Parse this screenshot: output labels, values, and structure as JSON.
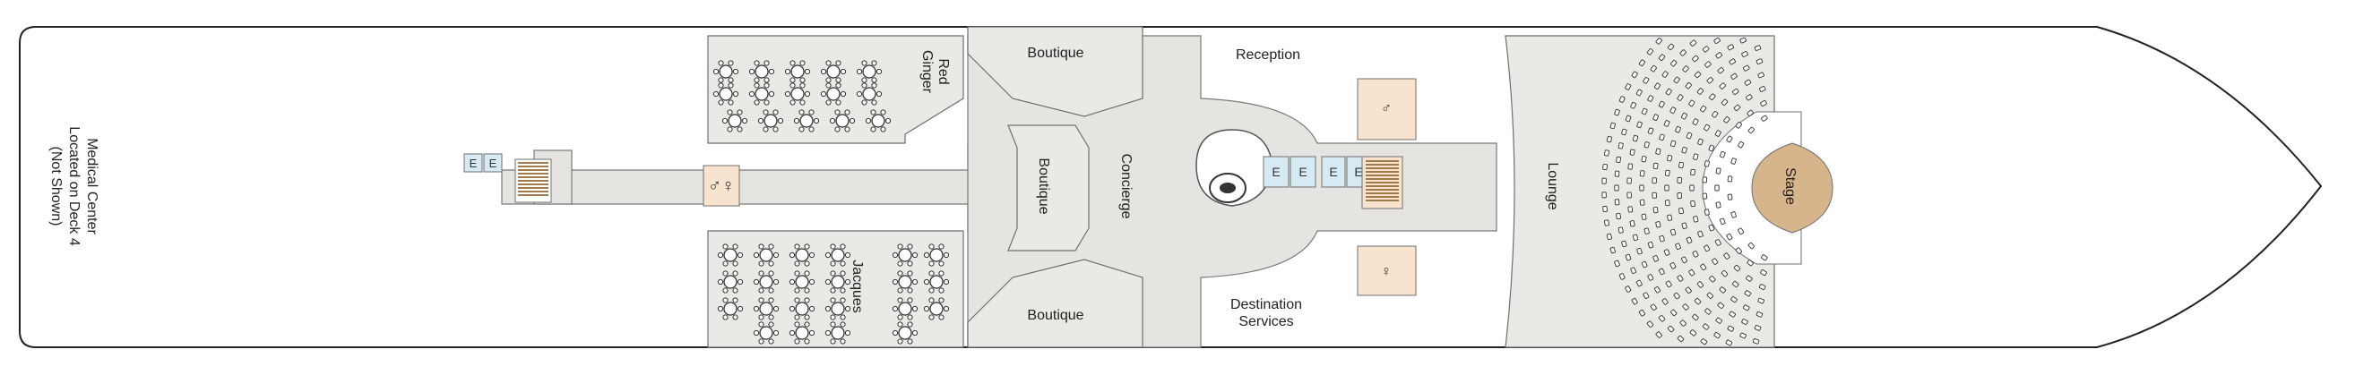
{
  "colors": {
    "hull_fill": "#ffffff",
    "hull_stroke": "#222222",
    "corridor": "#e6e4e1",
    "room": "#ebe9e6",
    "room_stroke": "#6f6f6f",
    "elevator": "#d6eaf4",
    "restroom": "#f7e3ce",
    "stair": "#a07c4c",
    "stage": "#d6b58c",
    "furniture": "#333333"
  },
  "labels": {
    "medical": [
      "Medical Center",
      "Located on Deck 4",
      "(Not Shown)"
    ],
    "red_ginger": [
      "Red",
      "Ginger"
    ],
    "jacques": "Jacques",
    "boutique_top": "Boutique",
    "boutique_mid": "Boutique",
    "boutique_bottom": "Boutique",
    "concierge": "Concierge",
    "reception": "Reception",
    "destination": [
      "Destination",
      "Services"
    ],
    "lounge": "Lounge",
    "stage": "Stage"
  },
  "icons": {
    "elevator": "elevator-icon",
    "restroom": "restroom-icon",
    "stairs": "stairs-icon",
    "reception_logo": "reception-logo-icon"
  }
}
